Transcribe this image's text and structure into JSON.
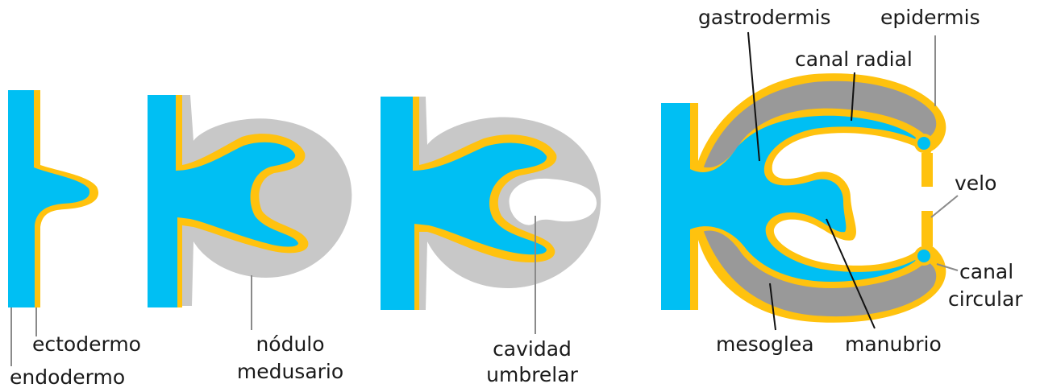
{
  "colors": {
    "endoderm": "#00BFF3",
    "ectoderm": "#FFC20E",
    "nodule": "#C8C8C8",
    "mesoglea": "#999999",
    "leader": "#111111"
  },
  "labels": {
    "ectodermo": "ectodermo",
    "endodermo": "endodermo",
    "nodulo_line1": "nódulo",
    "nodulo_line2": "medusario",
    "cavidad_line1": "cavidad",
    "cavidad_line2": "umbrelar",
    "gastrodermis": "gastrodermis",
    "epidermis": "epidermis",
    "canal_radial": "canal radial",
    "velo": "velo",
    "canal_circular_line1": "canal",
    "canal_circular_line2": "circular",
    "mesoglea": "mesoglea",
    "manubrio": "manubrio"
  }
}
